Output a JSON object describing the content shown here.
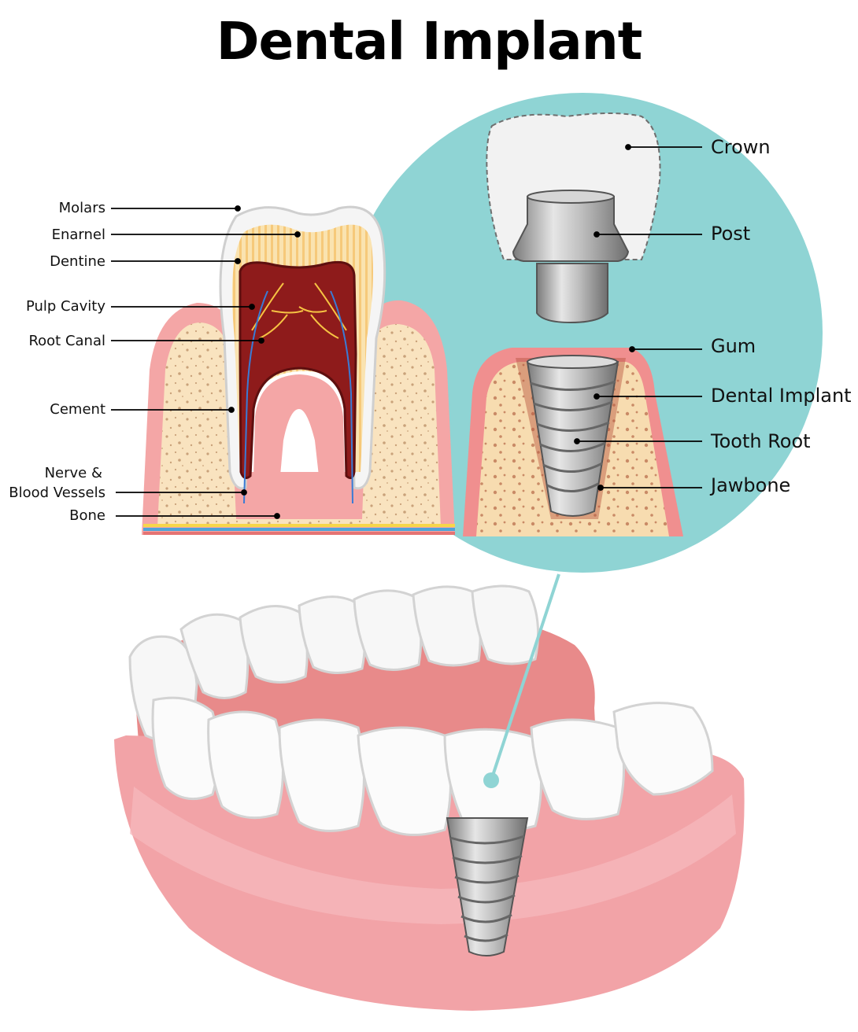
{
  "title": "Dental Implant",
  "colors": {
    "circle": "#8fd4d4",
    "gum": "#ef9a9a",
    "gum_dark": "#e57373",
    "bone": "#f9e3bf",
    "dentine": "#f7d48c",
    "pulp": "#8e1b1b",
    "enamel": "#ffffff",
    "implant": "#9e9e9e"
  },
  "tooth_labels": {
    "molars": "Molars",
    "enamel": "Enarnel",
    "dentine": "Dentine",
    "pulp_cavity": "Pulp Cavity",
    "root_canal": "Root Canal",
    "cement": "Cement",
    "nerve_line1": "Nerve &",
    "nerve_line2": "Blood Vessels",
    "bone": "Bone"
  },
  "implant_labels": {
    "crown": "Crown",
    "post": "Post",
    "gum": "Gum",
    "dental_implant": "Dental Implant",
    "tooth_root": "Tooth Root",
    "jawbone": "Jawbone"
  }
}
